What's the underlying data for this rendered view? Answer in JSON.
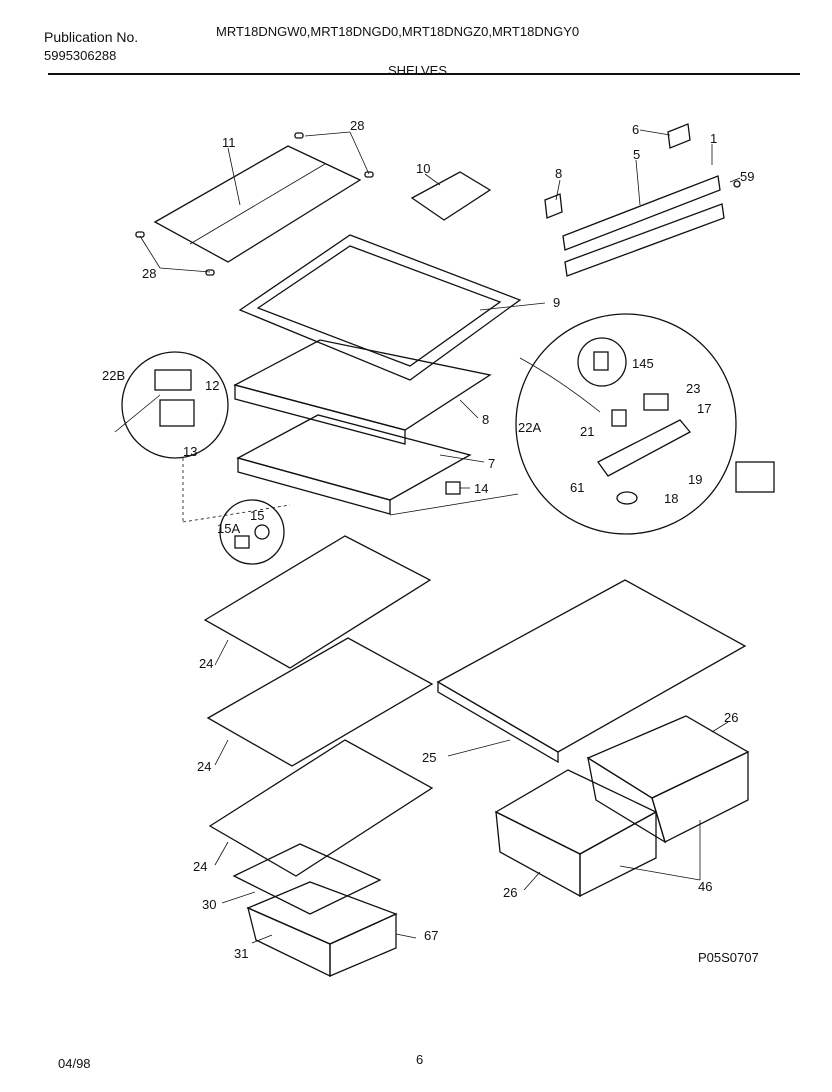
{
  "header": {
    "publication_label": "Publication No.",
    "publication_number": "5995306288",
    "models": "MRT18DNGW0,MRT18DNGD0,MRT18DNGZ0,MRT18DNGY0",
    "section_title": "SHELVES"
  },
  "callouts": [
    "11",
    "28",
    "28",
    "10",
    "6",
    "1",
    "5",
    "59",
    "8",
    "9",
    "22B",
    "12",
    "13",
    "145",
    "23",
    "17",
    "22A",
    "21",
    "8",
    "7",
    "14",
    "61",
    "18",
    "19",
    "15A",
    "15",
    "24",
    "24",
    "24",
    "25",
    "26",
    "26",
    "46",
    "30",
    "67",
    "31"
  ],
  "footer": {
    "figure_id": "P05S0707",
    "date": "04/98",
    "page": "6"
  }
}
